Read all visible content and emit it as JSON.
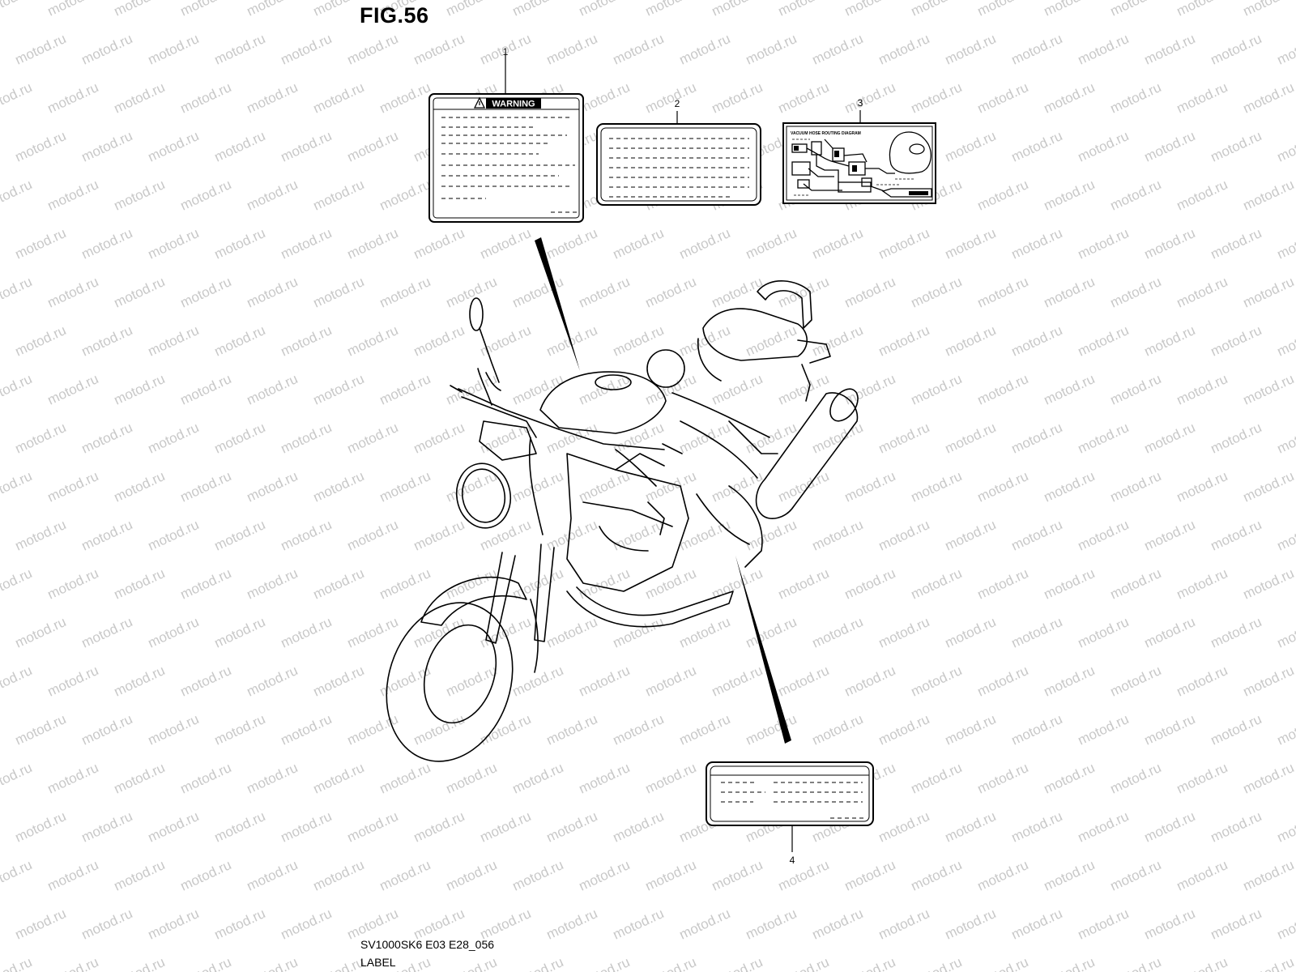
{
  "figure": {
    "title": "FIG.56",
    "model_code": "SV1000SK6 E03 E28_056",
    "section_name": "LABEL"
  },
  "watermark": {
    "text": "motod.ru"
  },
  "labels": [
    {
      "callout": "1",
      "banner_text": "WARNING",
      "icon": "warning-triangle-icon"
    },
    {
      "callout": "2"
    },
    {
      "callout": "3",
      "header_text": "VACUUM HOSE ROUTING DIAGRAM"
    },
    {
      "callout": "4"
    }
  ],
  "colors": {
    "line": "#000000",
    "watermark": "#c8c8c8",
    "background": "#ffffff"
  }
}
